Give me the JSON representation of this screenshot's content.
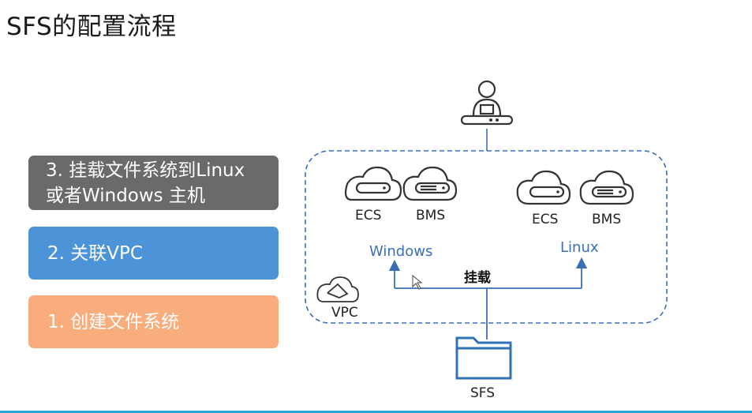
{
  "slide": {
    "title": "SFS的配置流程"
  },
  "steps": [
    {
      "label": "1. 创建文件系统",
      "color": "#f9ad7c"
    },
    {
      "label": "2. 关联VPC",
      "color": "#4c93d8"
    },
    {
      "label": "3. 挂载文件系统到Linux 或者Windows 主机",
      "line1": "3. 挂载文件系统到Linux",
      "line2": "或者Windows 主机",
      "color": "#6b6a69"
    }
  ],
  "diagram": {
    "left_group": {
      "ecs": "ECS",
      "bms": "BMS",
      "os": "Windows"
    },
    "right_group": {
      "ecs": "ECS",
      "bms": "BMS",
      "os": "Linux"
    },
    "mount_label": "挂载",
    "vpc_label": "VPC",
    "storage_label": "SFS",
    "icons": [
      "user-at-desk-icon",
      "cloud-server-icon",
      "vpc-cloud-icon",
      "folder-icon"
    ],
    "accent_color": "#2d73b5"
  }
}
